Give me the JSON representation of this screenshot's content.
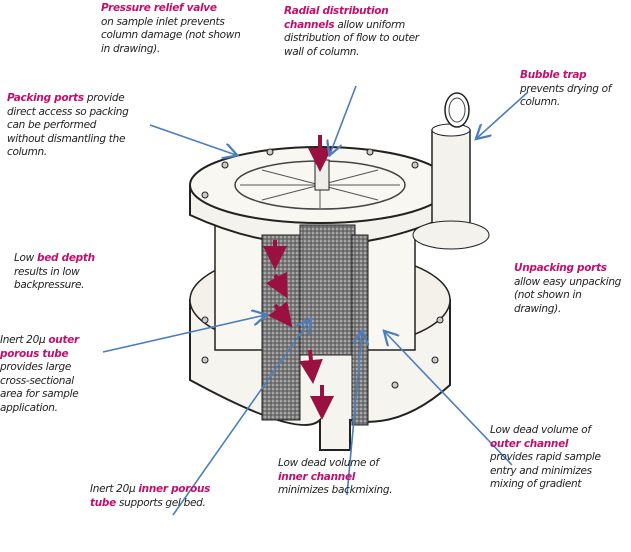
{
  "labels": {
    "pressure_relief": {
      "title": "Pressure relief valve",
      "text": "on sample inlet prevents column damage (not shown in drawing)."
    },
    "radial": {
      "title": "Radial distribution channels",
      "text": " allow uniform distribution of flow to outer wall of column."
    },
    "bubble_trap": {
      "title": "Bubble trap",
      "text": "prevents drying of column."
    },
    "packing_ports": {
      "title": "Packing ports",
      "text": " provide direct access so packing can be performed without dismantling the column."
    },
    "bed_depth": {
      "pre": "Low ",
      "title": "bed depth",
      "text": " results in low backpressure."
    },
    "unpacking_ports": {
      "title": "Unpacking ports",
      "text": "allow easy unpacking (not shown in drawing)."
    },
    "outer_tube": {
      "pre": "Inert 20μ ",
      "title": "outer porous tube",
      "text": " provides large cross-sectional area for sample application."
    },
    "outer_channel": {
      "pre": "Low dead volume of ",
      "title": "outer channel",
      "text": " provides rapid sample entry and minimizes mixing of gradient"
    },
    "inner_channel": {
      "pre": "Low dead volume of ",
      "title": "inner channel",
      "text": " minimizes backmixing."
    },
    "inner_tube": {
      "pre": "Inert 20μ ",
      "title": "inner porous tube",
      "text": " supports gel bed."
    }
  },
  "colors": {
    "highlight": "#c0106e",
    "arrow": "#4a7ebf",
    "flow": "#9a1040"
  }
}
